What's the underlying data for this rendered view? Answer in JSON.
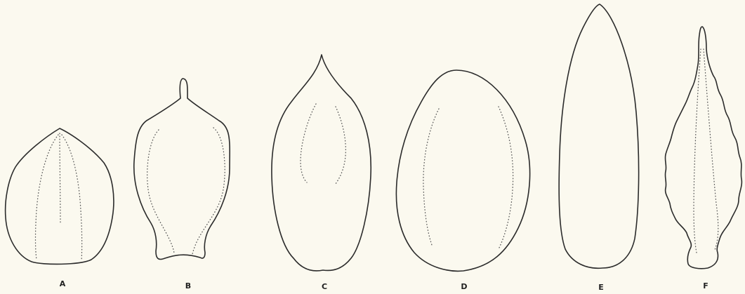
{
  "figures": [
    {
      "label": "A"
    },
    {
      "label": "B"
    },
    {
      "label": "C"
    },
    {
      "label": "D"
    },
    {
      "label": "E"
    },
    {
      "label": "F"
    }
  ]
}
